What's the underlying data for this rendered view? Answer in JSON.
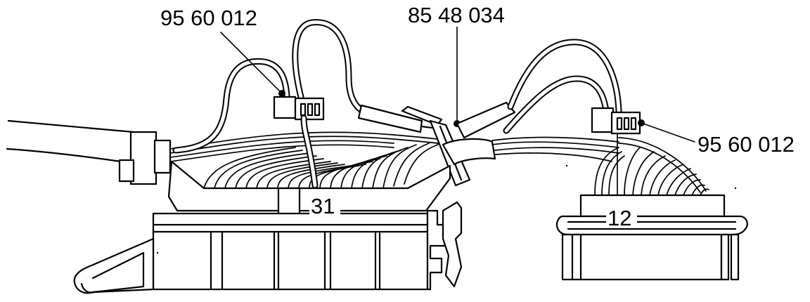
{
  "labels": {
    "part_top_left": "95 60 012",
    "part_top_center": "85 48 034",
    "part_right": "95 60 012",
    "connector_left": "31",
    "connector_right": "12"
  }
}
